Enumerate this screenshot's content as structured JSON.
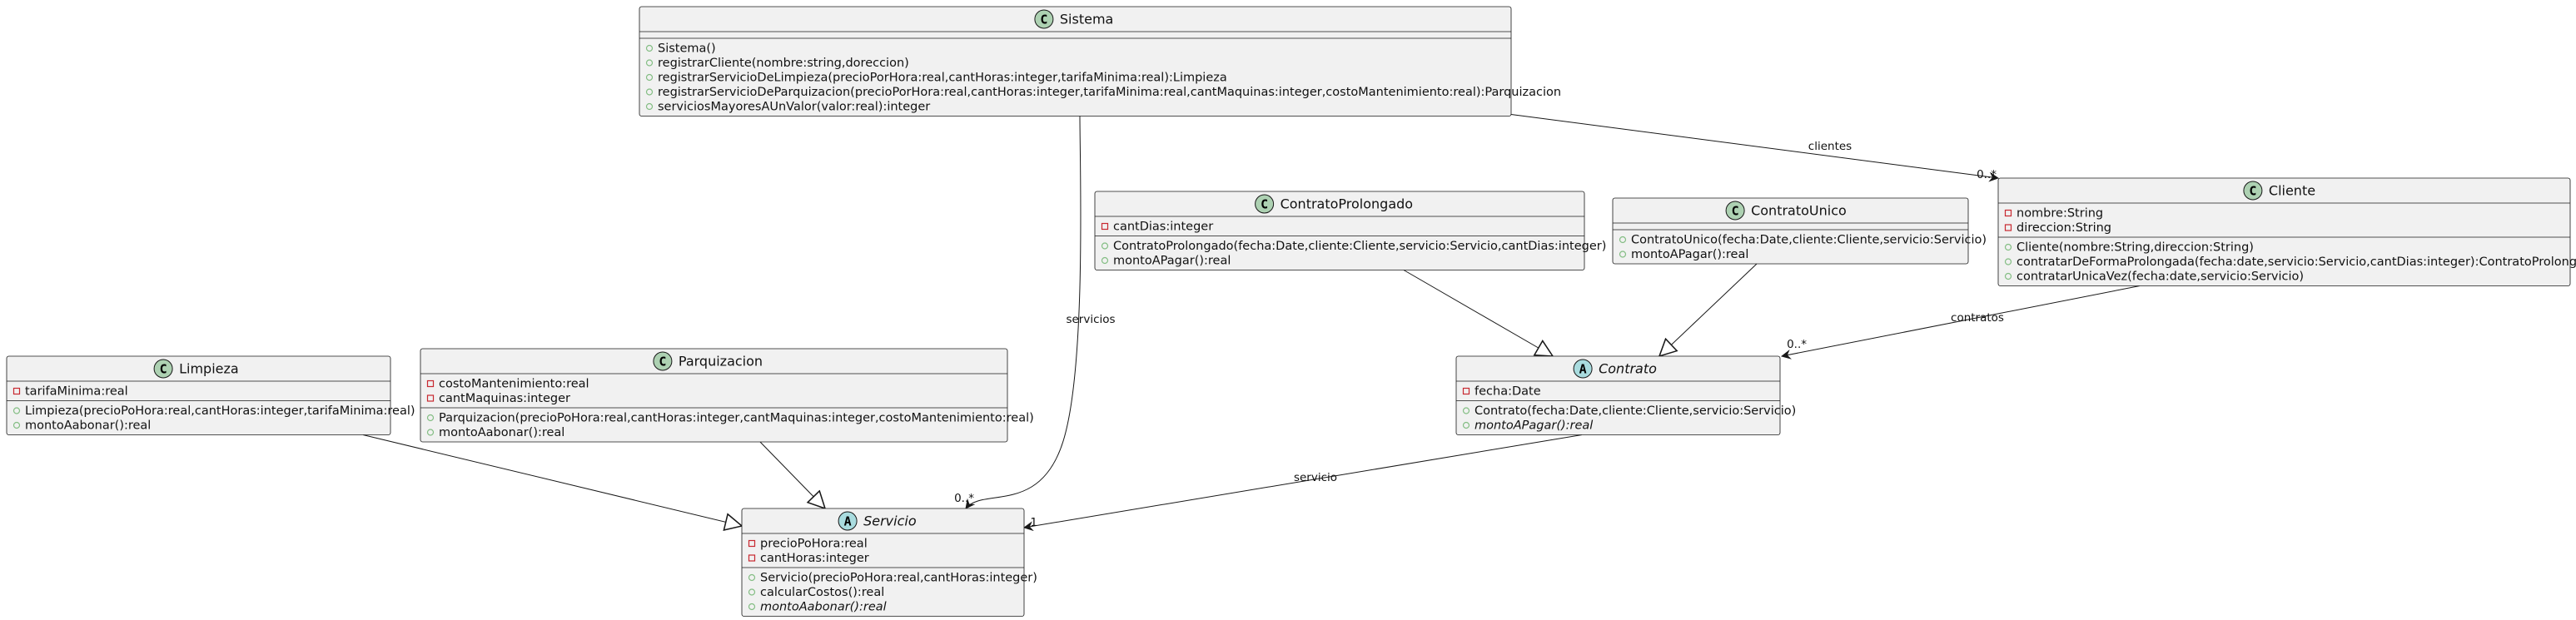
{
  "diagram": {
    "type": "uml-class-diagram",
    "classes": {
      "sistema": {
        "name": "Sistema",
        "kind": "class",
        "attributes": [],
        "methods": [
          {
            "vis": "+",
            "text": "Sistema()"
          },
          {
            "vis": "+",
            "text": "registrarCliente(nombre:string,doreccion)"
          },
          {
            "vis": "+",
            "text": "registrarServicioDeLimpieza(precioPorHora:real,cantHoras:integer,tarifaMinima:real):Limpieza"
          },
          {
            "vis": "+",
            "text": "registrarServicioDeParquizacion(precioPorHora:real,cantHoras:integer,tarifaMinima:real,cantMaquinas:integer,costoMantenimiento:real):Parquizacion"
          },
          {
            "vis": "+",
            "text": "serviciosMayoresAUnValor(valor:real):integer"
          }
        ]
      },
      "cliente": {
        "name": "Cliente",
        "kind": "class",
        "attributes": [
          {
            "vis": "-",
            "text": "nombre:String"
          },
          {
            "vis": "-",
            "text": "direccion:String"
          }
        ],
        "methods": [
          {
            "vis": "+",
            "text": "Cliente(nombre:String,direccion:String)"
          },
          {
            "vis": "+",
            "text": "contratarDeFormaProlongada(fecha:date,servicio:Servicio,cantDias:integer):ContratoProlongado"
          },
          {
            "vis": "+",
            "text": "contratarUnicaVez(fecha:date,servicio:Servicio)"
          }
        ]
      },
      "contratoProlongado": {
        "name": "ContratoProlongado",
        "kind": "class",
        "attributes": [
          {
            "vis": "-",
            "text": "cantDias:integer"
          }
        ],
        "methods": [
          {
            "vis": "+",
            "text": "ContratoProlongado(fecha:Date,cliente:Cliente,servicio:Servicio,cantDias:integer)"
          },
          {
            "vis": "+",
            "text": "montoAPagar():real"
          }
        ]
      },
      "contratoUnico": {
        "name": "ContratoUnico",
        "kind": "class",
        "attributes": [],
        "methods": [
          {
            "vis": "+",
            "text": "ContratoUnico(fecha:Date,cliente:Cliente,servicio:Servicio)"
          },
          {
            "vis": "+",
            "text": "montoAPagar():real"
          }
        ]
      },
      "contrato": {
        "name": "Contrato",
        "kind": "abstract",
        "attributes": [
          {
            "vis": "-",
            "text": "fecha:Date"
          }
        ],
        "methods": [
          {
            "vis": "+",
            "text": "Contrato(fecha:Date,cliente:Cliente,servicio:Servicio)"
          },
          {
            "vis": "+",
            "text": "montoAPagar():real",
            "abstract": true
          }
        ]
      },
      "limpieza": {
        "name": "Limpieza",
        "kind": "class",
        "attributes": [
          {
            "vis": "-",
            "text": "tarifaMinima:real"
          }
        ],
        "methods": [
          {
            "vis": "+",
            "text": "Limpieza(precioPoHora:real,cantHoras:integer,tarifaMinima:real)"
          },
          {
            "vis": "+",
            "text": "montoAabonar():real"
          }
        ]
      },
      "parquizacion": {
        "name": "Parquizacion",
        "kind": "class",
        "attributes": [
          {
            "vis": "-",
            "text": "costoMantenimiento:real"
          },
          {
            "vis": "-",
            "text": "cantMaquinas:integer"
          }
        ],
        "methods": [
          {
            "vis": "+",
            "text": "Parquizacion(precioPoHora:real,cantHoras:integer,cantMaquinas:integer,costoMantenimiento:real)"
          },
          {
            "vis": "+",
            "text": "montoAabonar():real"
          }
        ]
      },
      "servicio": {
        "name": "Servicio",
        "kind": "abstract",
        "attributes": [
          {
            "vis": "-",
            "text": "precioPoHora:real"
          },
          {
            "vis": "-",
            "text": "cantHoras:integer"
          }
        ],
        "methods": [
          {
            "vis": "+",
            "text": "Servicio(precioPoHora:real,cantHoras:integer)"
          },
          {
            "vis": "+",
            "text": "calcularCostos():real"
          },
          {
            "vis": "+",
            "text": "montoAabonar():real",
            "abstract": true
          }
        ]
      }
    },
    "relations": {
      "sistema_cliente": {
        "from": "Sistema",
        "to": "Cliente",
        "type": "association",
        "label": "clientes",
        "multiplicity": "0..*"
      },
      "sistema_servicio": {
        "from": "Sistema",
        "to": "Servicio",
        "type": "association",
        "label": "servicios",
        "multiplicity": "0..*"
      },
      "cliente_contrato": {
        "from": "Cliente",
        "to": "Contrato",
        "type": "association",
        "label": "contratos",
        "multiplicity": "0..*"
      },
      "contrato_servicio": {
        "from": "Contrato",
        "to": "Servicio",
        "type": "association",
        "label": "servicio",
        "multiplicity": "1"
      },
      "prolongado_contrato": {
        "from": "ContratoProlongado",
        "to": "Contrato",
        "type": "generalization"
      },
      "unico_contrato": {
        "from": "ContratoUnico",
        "to": "Contrato",
        "type": "generalization"
      },
      "limpieza_servicio": {
        "from": "Limpieza",
        "to": "Servicio",
        "type": "generalization"
      },
      "parquizacion_servicio": {
        "from": "Parquizacion",
        "to": "Servicio",
        "type": "generalization"
      }
    },
    "colors": {
      "class_fill": "#f1f1f1",
      "border": "#181818",
      "circle_class": "#add1b2",
      "circle_abstract": "#a9dcdf",
      "private_marker": "#c82930",
      "public_marker": "#84be84"
    }
  }
}
